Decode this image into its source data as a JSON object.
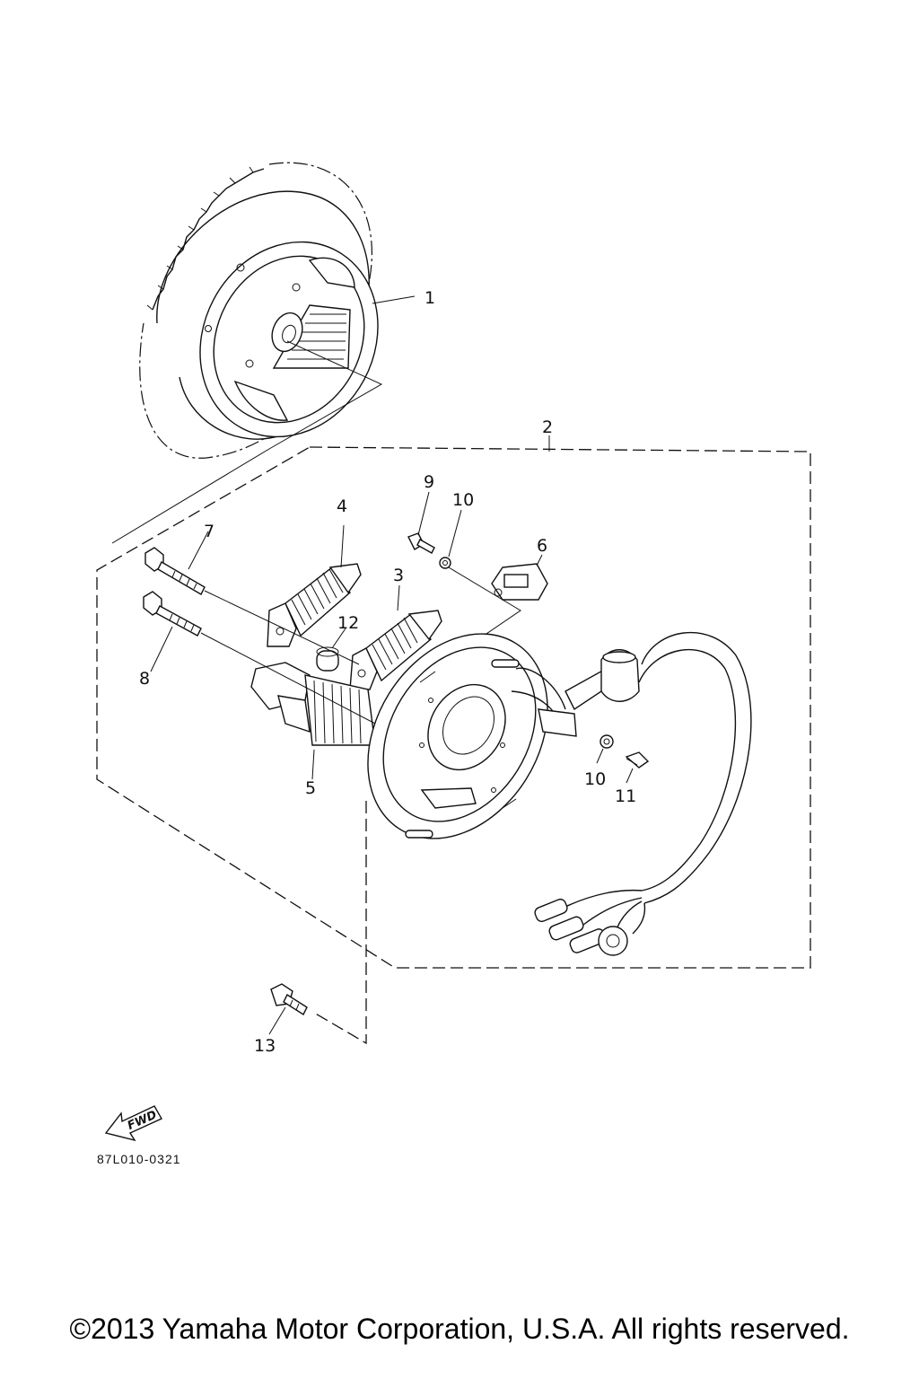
{
  "callouts": {
    "c1": "1",
    "c2": "2",
    "c3": "3",
    "c4": "4",
    "c5": "5",
    "c6": "6",
    "c7": "7",
    "c8": "8",
    "c9": "9",
    "c10a": "10",
    "c10b": "10",
    "c11": "11",
    "c12": "12",
    "c13": "13"
  },
  "fwd_label": "FWD",
  "drawing_code": "87L010-0321",
  "copyright": "©2013 Yamaha Motor Corporation, U.S.A. All rights reserved."
}
